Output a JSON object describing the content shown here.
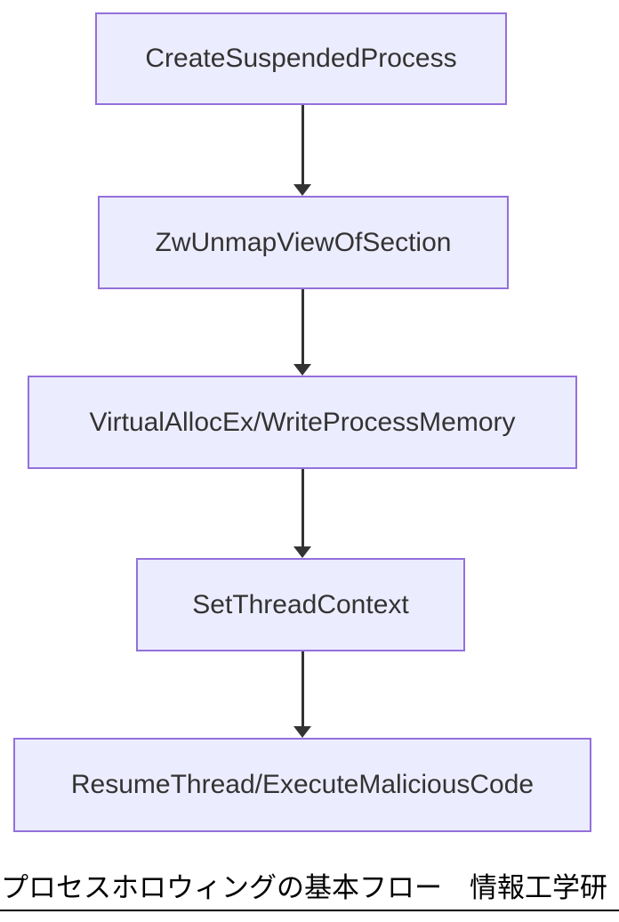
{
  "flowchart": {
    "nodes": [
      {
        "id": "create-suspended-process",
        "label": "CreateSuspendedProcess"
      },
      {
        "id": "zw-unmap-view-of-section",
        "label": "ZwUnmapViewOfSection"
      },
      {
        "id": "virtual-alloc-write-process-memory",
        "label": "VirtualAllocEx/WriteProcessMemory"
      },
      {
        "id": "set-thread-context",
        "label": "SetThreadContext"
      },
      {
        "id": "resume-thread-execute-malicious-code",
        "label": "ResumeThread/ExecuteMaliciousCode"
      }
    ],
    "edges": [
      {
        "from": "create-suspended-process",
        "to": "zw-unmap-view-of-section"
      },
      {
        "from": "zw-unmap-view-of-section",
        "to": "virtual-alloc-write-process-memory"
      },
      {
        "from": "virtual-alloc-write-process-memory",
        "to": "set-thread-context"
      },
      {
        "from": "set-thread-context",
        "to": "resume-thread-execute-malicious-code"
      }
    ]
  },
  "caption": {
    "text": "プロセスホロウィングの基本フロー　情報工学研"
  },
  "colors": {
    "node_fill": "#ECECFF",
    "node_border": "#9370DB",
    "text_color": "#333333",
    "arrow_color": "#333333"
  }
}
